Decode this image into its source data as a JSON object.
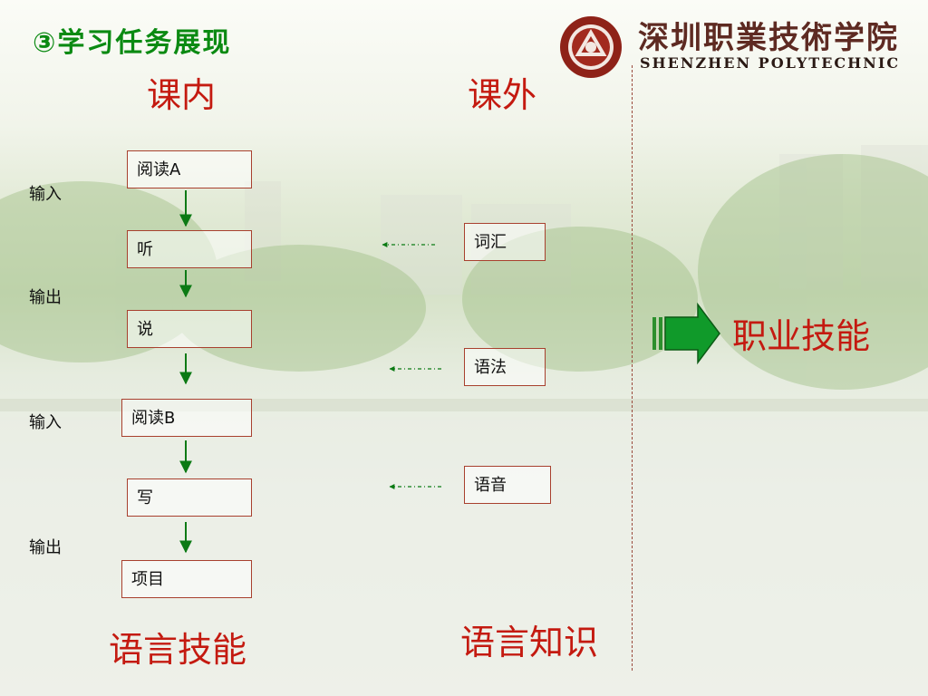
{
  "title": "③学习任务展现",
  "headings": {
    "in_class": "课内",
    "out_class": "课外",
    "career_skills": "职业技能",
    "language_skills": "语言技能",
    "language_knowledge": "语言知识"
  },
  "institution": {
    "name_cn": "深圳职業技術学院",
    "name_en": "SHENZHEN  POLYTECHNIC"
  },
  "skill_steps": [
    "阅读A",
    "听",
    "说",
    "阅读B",
    "写",
    "项目"
  ],
  "side_labels": [
    "输入",
    "输出",
    "输入",
    "输出"
  ],
  "knowledge_items": [
    "词汇",
    "语法",
    "语音"
  ],
  "colors": {
    "title_green": "#0b8a12",
    "heading_red": "#c41a10",
    "box_border": "#a8402e",
    "arrow_green": "#0b7a14"
  }
}
